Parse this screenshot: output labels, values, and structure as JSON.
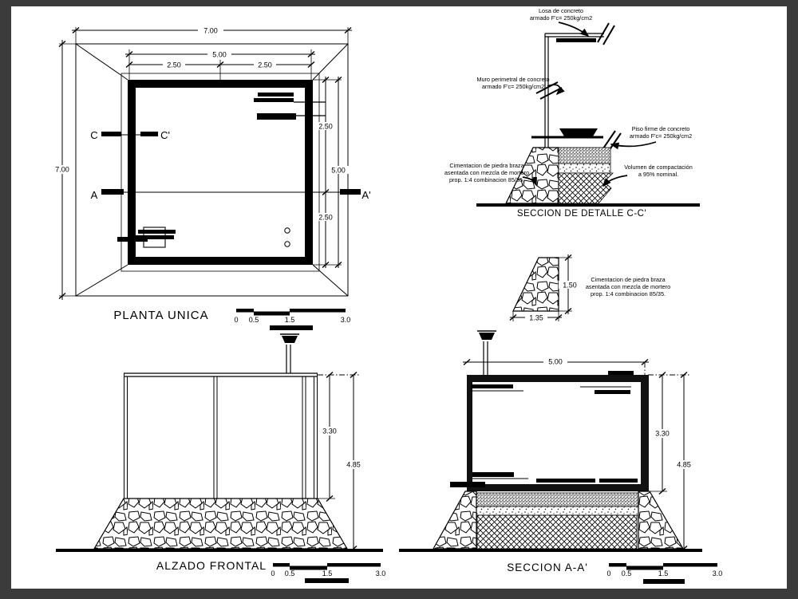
{
  "canvas": {
    "frame_bg": "#3b3b3b",
    "paper": "#ffffff",
    "ink": "#000000"
  },
  "plan": {
    "title": "PLANTA UNICA",
    "top_overall": "7.00",
    "top_inner": "5.00",
    "top_half_l": "2.50",
    "top_half_r": "2.50",
    "left_overall": "7.00",
    "right_upper": "2.50",
    "right_total": "5.00",
    "right_lower": "2.50",
    "marker_c": "C",
    "marker_c_prime": "C'",
    "marker_a": "A",
    "marker_a_prime": "A'"
  },
  "detail_cc": {
    "title": "SECCION DE DETALLE C-C'",
    "losa1": "Losa de concreto",
    "losa2": "armado F'c= 250kg/cm2",
    "muro1": "Muro perimetral de concreto",
    "muro2": "armado F'c= 250kg/cm2",
    "piso1": "Piso firme de concreto",
    "piso2": "armado F'c= 250kg/cm2",
    "cim1": "Cimentacion de piedra braza",
    "cim2": "asentada con mezcla de mortero",
    "cim3": "prop. 1:4 combinacion 85/35.",
    "vol1": "Volumen de compactación",
    "vol2": "a 95% nominal."
  },
  "foundation_detail": {
    "dim_height": "1.50",
    "dim_width": "1.35",
    "n1": "Cimentacion de piedra braza",
    "n2": "asentada con mezcla de mortero",
    "n3": "prop. 1:4 combinacion 85/35."
  },
  "alzado": {
    "title": "ALZADO FRONTAL",
    "dim_wall": "3.30",
    "dim_total": "4.85"
  },
  "seccion_aa": {
    "title": "SECCION A-A'",
    "dim_width": "5.00",
    "dim_wall": "3.30",
    "dim_total": "4.85"
  },
  "scale_bar": {
    "t0": "0",
    "t05": "0.5",
    "t15": "1.5",
    "t30": "3.0"
  }
}
